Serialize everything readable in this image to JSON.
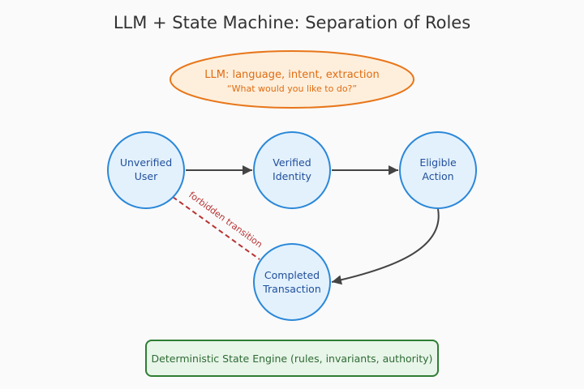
{
  "title": "LLM + State Machine: Separation of Roles",
  "llm": {
    "line1": "LLM: language, intent, extraction",
    "line2": "“What would you like to do?”"
  },
  "states": [
    {
      "id": "unverified",
      "line1": "Unverified",
      "line2": "User"
    },
    {
      "id": "verified",
      "line1": "Verified",
      "line2": "Identity"
    },
    {
      "id": "eligible",
      "line1": "Eligible",
      "line2": "Action"
    },
    {
      "id": "completed",
      "line1": "Completed",
      "line2": "Transaction"
    }
  ],
  "transitions": [
    {
      "from": "unverified",
      "to": "verified",
      "kind": "allowed"
    },
    {
      "from": "verified",
      "to": "eligible",
      "kind": "allowed"
    },
    {
      "from": "eligible",
      "to": "completed",
      "kind": "allowed"
    },
    {
      "from": "unverified",
      "to": "completed",
      "kind": "forbidden",
      "label": "forbidden transition"
    }
  ],
  "engine": {
    "label": "Deterministic State Engine (rules, invariants, authority)"
  },
  "colors": {
    "llm_stroke": "#e8761a",
    "llm_fill": "#fdefdc",
    "llm_text": "#e06c12",
    "state_stroke": "#2b88d8",
    "state_fill": "#e3f1fd",
    "state_text": "#1f4e9a",
    "arrow": "#444444",
    "forbidden": "#b83232",
    "engine_stroke": "#2e7d32",
    "engine_fill": "#e8f5e9",
    "engine_text": "#2e6b34"
  }
}
